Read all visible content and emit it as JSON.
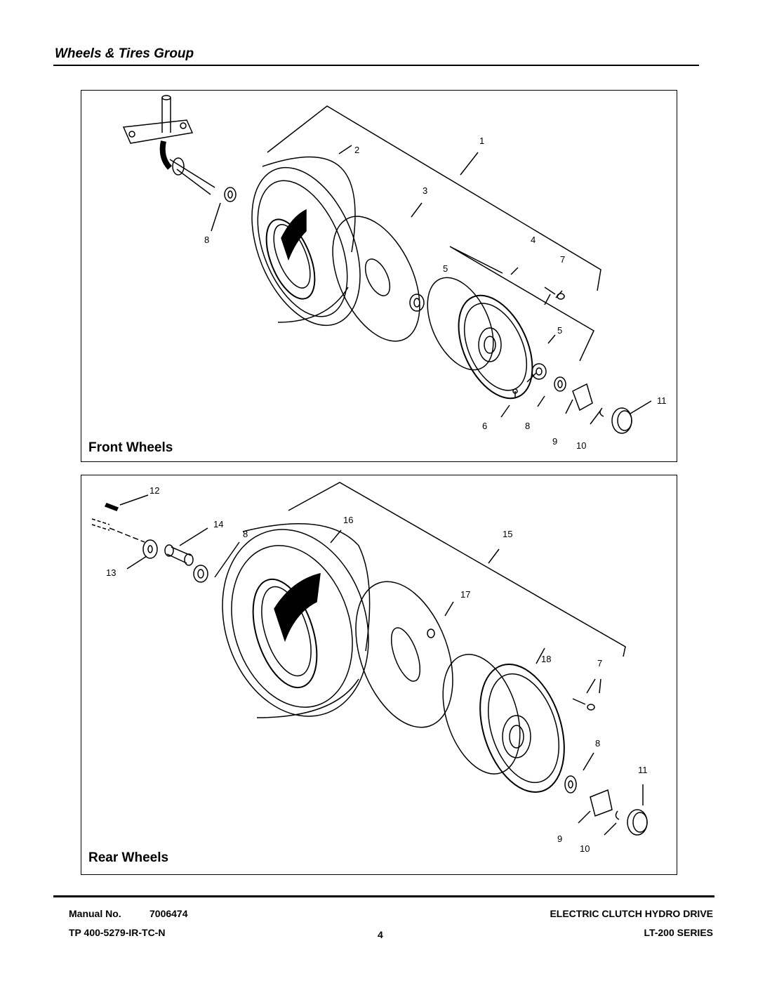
{
  "header": {
    "section_title": "Wheels & Tires Group"
  },
  "front_panel": {
    "label": "Front Wheels",
    "callouts": [
      "1",
      "2",
      "3",
      "4",
      "5",
      "5",
      "6",
      "7",
      "8",
      "8",
      "9",
      "10",
      "11"
    ]
  },
  "rear_panel": {
    "label": "Rear Wheels",
    "callouts": [
      "7",
      "8",
      "8",
      "9",
      "10",
      "11",
      "12",
      "13",
      "14",
      "15",
      "16",
      "17",
      "18"
    ]
  },
  "footer": {
    "manual_label": "Manual No.",
    "manual_number": "7006474",
    "doc_code": "TP 400-5279-IR-TC-N",
    "page_number": "4",
    "product_title": "ELECTRIC CLUTCH HYDRO DRIVE",
    "series": "LT-200 SERIES"
  }
}
